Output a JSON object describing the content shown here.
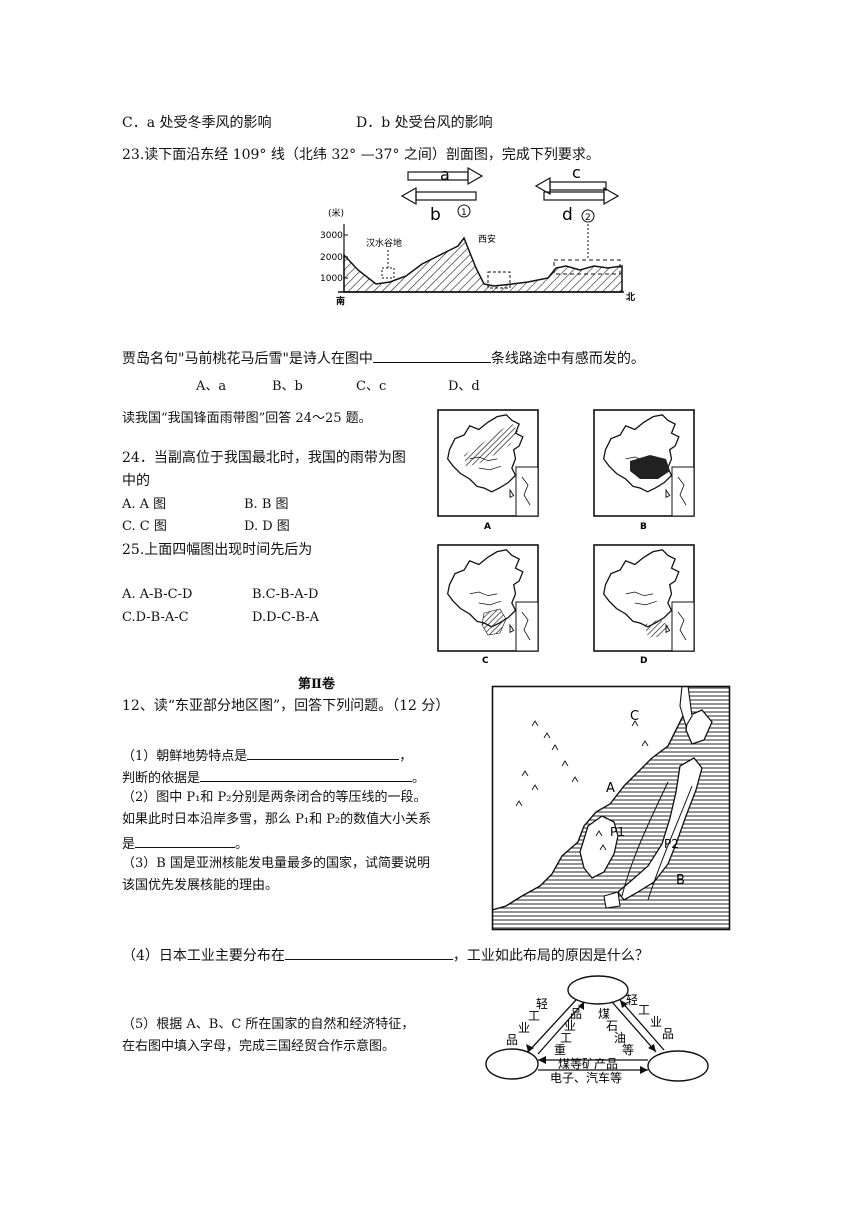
{
  "q22": {
    "opt_c": "C．a 处受冬季风的影响",
    "opt_d": "D．b 处受台风的影响"
  },
  "q23": {
    "stem": "23.读下面沿东经 109° 线（北纬 32° —37° 之间）剖面图，完成下列要求。",
    "profile": {
      "y_unit": "(米)",
      "y_ticks": [
        "3000",
        "2000",
        "1000"
      ],
      "south": "南",
      "north": "北",
      "place1": "汉水谷地",
      "place2": "西安",
      "arrow_a": "a",
      "arrow_b": "b",
      "arrow_c": "c",
      "arrow_d": "d",
      "circle1": "1",
      "circle2": "2"
    },
    "poem": "贾岛名句\"马前桃花马后雪\"是诗人在图中",
    "poem_tail": "条线路途中有感而发的。",
    "options": [
      "A、a",
      "B、b",
      "C、c",
      "D、d"
    ]
  },
  "read_rainbelt": "读我国“我国锋面雨带图”回答 24～25 题。",
  "q24": {
    "stem1": "24．当副高位于我国最北时，我国的雨带为图",
    "stem2": "中的",
    "opt_a": "A. A 图",
    "opt_b": "B. B 图",
    "opt_c": "C. C 图",
    "opt_d": "D. D 图"
  },
  "q25": {
    "stem": "25.上面四幅图出现时间先后为",
    "opt_a": "A. A-B-C-D",
    "opt_b": "B.C-B-A-D",
    "opt_c": "C.D-B-A-C",
    "opt_d": "D.D-C-B-A"
  },
  "maps": {
    "a": "A",
    "b": "B",
    "c": "C",
    "d": "D"
  },
  "section2": "第Ⅱ卷",
  "q12": {
    "stem": "12、读“东亚部分地区图”，回答下列问题。（12 分）",
    "p1a": "（1）朝鲜地势特点是",
    "p1a_tail": "，",
    "p1b": "判断的依据是",
    "p1b_tail": "。",
    "p2a": "（2）图中 P₁和 P₂分别是两条闭合的等压线的一段。",
    "p2b": "如果此时日本沿岸多雪，那么 P₁和 P₂的数值大小关系",
    "p2c": "是",
    "p2c_tail": "。",
    "p3a": "（3）B 国是亚洲核能发电量最多的国家，试简要说明",
    "p3b": "该国优先发展核能的理由。",
    "p4": "（4）日本工业主要分布在",
    "p4_tail": "，工业如此布局的原因是什么？",
    "p5a": "（5）根据 A、B、C 所在国家的自然和经济特征，",
    "p5b": "在右图中填入字母，完成三国经贸合作示意图。",
    "map_labels": {
      "c": "C",
      "a": "A",
      "b": "B",
      "p1": "P1",
      "p2": "P2"
    },
    "trade": {
      "light1": [
        "轻",
        "工",
        "业",
        "品"
      ],
      "heavy": [
        "重",
        "工",
        "业",
        "品"
      ],
      "coal": [
        "煤",
        "石",
        "油",
        "等"
      ],
      "light2": [
        "轻",
        "工",
        "业",
        "品"
      ],
      "coal_mineral": "煤等矿产品",
      "electronics": "电子、汽车等"
    }
  }
}
